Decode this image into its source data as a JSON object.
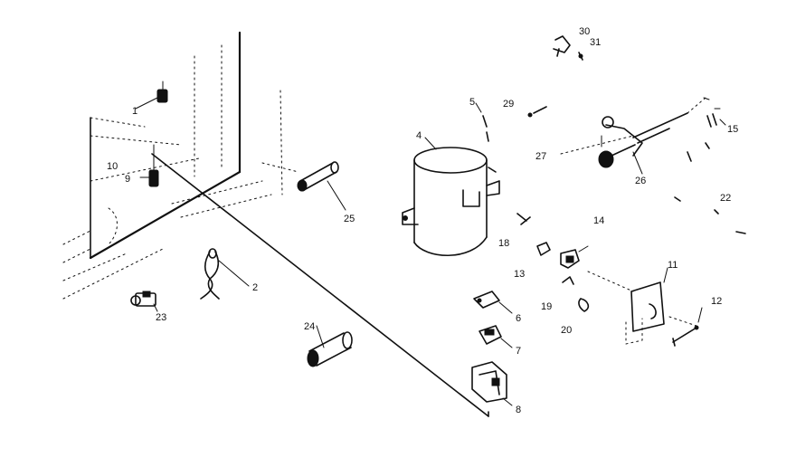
{
  "diagram": {
    "labels": {
      "p1": "1",
      "p2": "2",
      "p4": "4",
      "p5": "5",
      "p6": "6",
      "p7": "7",
      "p8": "8",
      "p9": "9",
      "p10": "10",
      "p11": "11",
      "p12": "12",
      "p13": "13",
      "p14": "14",
      "p15": "15",
      "p18": "18",
      "p19": "19",
      "p20": "20",
      "p22": "22",
      "p23": "23",
      "p24": "24",
      "p25": "25",
      "p26": "26",
      "p27": "27",
      "p29": "29",
      "p30": "30",
      "p31": "31"
    }
  }
}
